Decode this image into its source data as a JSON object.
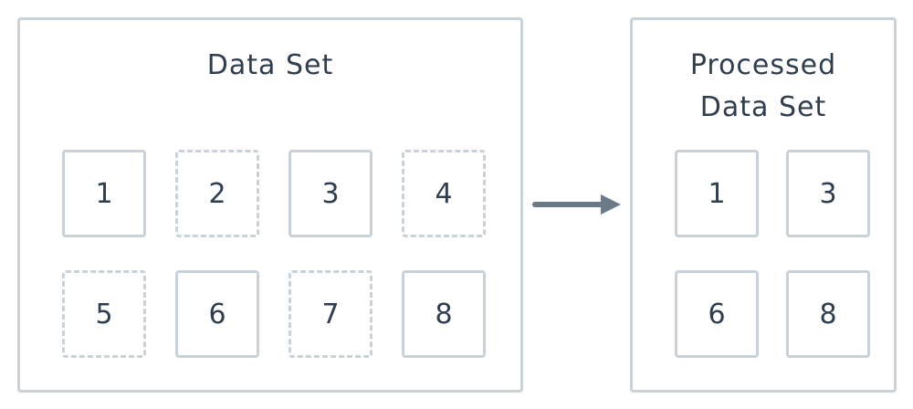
{
  "left_panel": {
    "title": "Data Set",
    "items": [
      {
        "label": "1",
        "style": "solid"
      },
      {
        "label": "2",
        "style": "dashed"
      },
      {
        "label": "3",
        "style": "solid"
      },
      {
        "label": "4",
        "style": "dashed"
      },
      {
        "label": "5",
        "style": "dashed"
      },
      {
        "label": "6",
        "style": "solid"
      },
      {
        "label": "7",
        "style": "dashed"
      },
      {
        "label": "8",
        "style": "solid"
      }
    ]
  },
  "right_panel": {
    "title": "Processed\nData Set",
    "items": [
      {
        "label": "1"
      },
      {
        "label": "3"
      },
      {
        "label": "6"
      },
      {
        "label": "8"
      }
    ]
  },
  "colors": {
    "border": "#c9d1d9",
    "text": "#2f3e4f",
    "arrow": "#6b7a89"
  }
}
